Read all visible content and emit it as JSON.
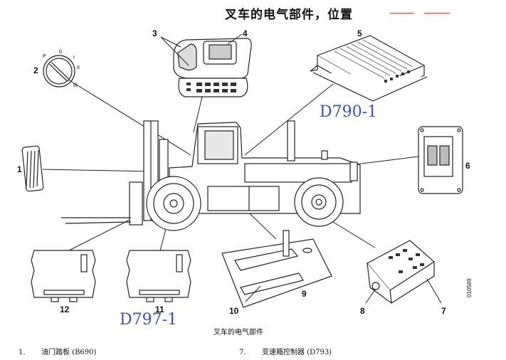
{
  "title": "叉车的电气部件，位置",
  "caption": "叉车的电气部件",
  "figure_id": "010589",
  "codes": {
    "ecu": "D790-1",
    "module": "D797-1"
  },
  "callouts": [
    "1",
    "2",
    "3",
    "3",
    "4",
    "5",
    "6",
    "7",
    "8",
    "9",
    "10",
    "11",
    "12"
  ],
  "switch_positions": [
    "P",
    "0",
    "I",
    "II",
    "III"
  ],
  "legend": [
    {
      "num": "1.",
      "text": "油门踏板 (B690)"
    },
    {
      "num": "7.",
      "text": "变速箱控制器 (D793)"
    }
  ],
  "colors": {
    "accent_red": "#e64a4a",
    "code_blue": "#3a4fb8"
  }
}
